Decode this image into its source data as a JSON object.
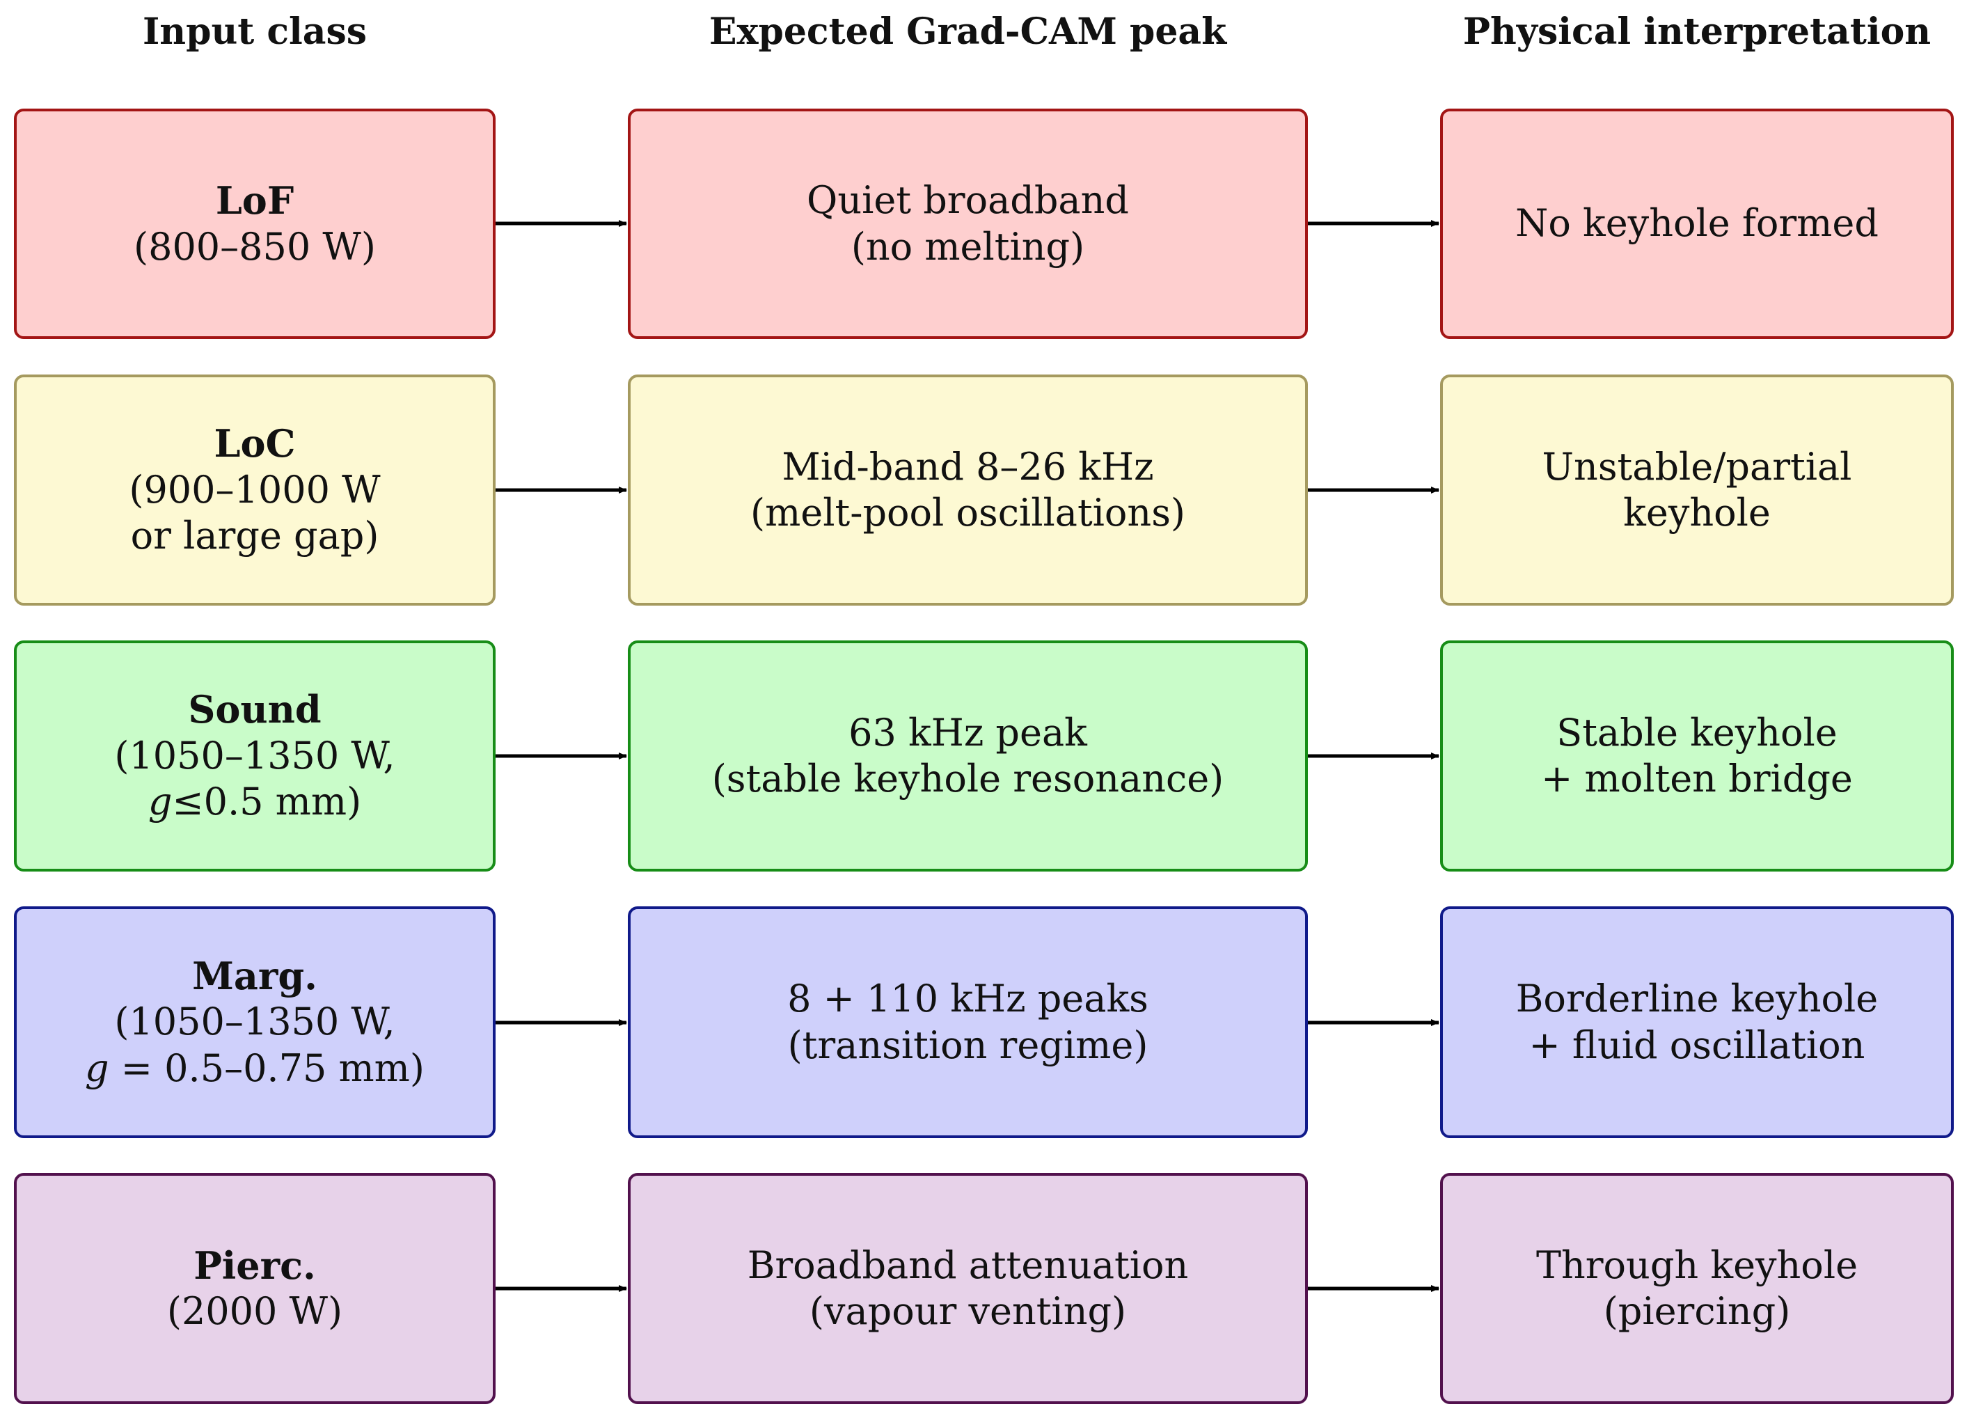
{
  "headers": {
    "input": "Input class",
    "peak": "Expected Grad-CAM peak",
    "physical": "Physical interpretation"
  },
  "rows": [
    {
      "color": "#fecfcf",
      "input": {
        "name": "LoF",
        "line1": "(800–850 W)"
      },
      "peak": {
        "line1": "Quiet broadband",
        "line2": "(no melting)"
      },
      "physical": {
        "line1": "No keyhole formed"
      }
    },
    {
      "color": "#fdf9d3",
      "input": {
        "name": "LoC",
        "line1": "(900–1000 W",
        "line2": "or large gap)"
      },
      "peak": {
        "line1": "Mid-band 8–26 kHz",
        "line2": "(melt-pool oscillations)"
      },
      "physical": {
        "line1": "Unstable/partial",
        "line2": "keyhole"
      }
    },
    {
      "color": "#c9fcc9",
      "input": {
        "name": "Sound",
        "line1": "(1050–1350 W,",
        "line2_var": "g",
        "line2_rest": "≤0.5 mm)"
      },
      "peak": {
        "line1": "63 kHz peak",
        "line2": "(stable keyhole resonance)"
      },
      "physical": {
        "line1": "Stable keyhole",
        "line2": "+ molten bridge"
      }
    },
    {
      "color": "#cfd0fb",
      "input": {
        "name": "Marg.",
        "line1": "(1050–1350 W,",
        "line2_var": "g",
        "line2_rest": " = 0.5–0.75 mm)"
      },
      "peak": {
        "line1": "8 + 110 kHz peaks",
        "line2": "(transition regime)"
      },
      "physical": {
        "line1": "Borderline keyhole",
        "line2": "+ fluid oscillation"
      }
    },
    {
      "color": "#e7d2e9",
      "input": {
        "name": "Pierc.",
        "line1": "(2000 W)"
      },
      "peak": {
        "line1": "Broadband attenuation",
        "line2": "(vapour venting)"
      },
      "physical": {
        "line1": "Through keyhole",
        "line2": "(piercing)"
      }
    }
  ]
}
